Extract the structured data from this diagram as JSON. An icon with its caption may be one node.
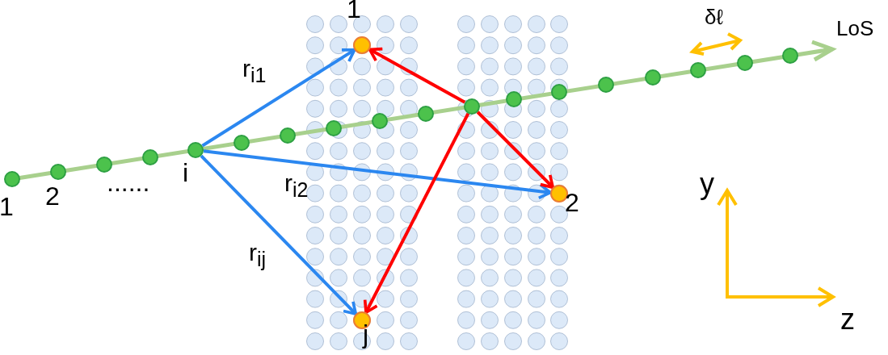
{
  "diagram": {
    "nodes": [
      {
        "text": [],
        "shape": "circle",
        "beside": [
          "1"
        ]
      },
      {
        "text": [],
        "shape": "circle",
        "beside": [
          "2"
        ]
      },
      {
        "text": [],
        "shape": "circle"
      },
      {
        "text": [],
        "shape": "circle"
      },
      {
        "text": [],
        "shape": "circle",
        "beside": [
          "i"
        ]
      },
      {
        "text": [],
        "shape": "circle"
      },
      {
        "text": [],
        "shape": "circle"
      },
      {
        "text": [],
        "shape": "circle"
      },
      {
        "text": [],
        "shape": "circle"
      },
      {
        "text": [],
        "shape": "circle"
      },
      {
        "text": [],
        "shape": "circle"
      },
      {
        "text": [],
        "shape": "circle"
      },
      {
        "text": [],
        "shape": "circle"
      },
      {
        "text": [],
        "shape": "circle"
      },
      {
        "text": [],
        "shape": "circle"
      },
      {
        "text": [],
        "shape": "circle"
      },
      {
        "text": [],
        "shape": "circle"
      },
      {
        "text": [],
        "shape": "circle"
      },
      {
        "text": [],
        "shape": "circle",
        "beside": [
          "1"
        ]
      },
      {
        "text": [],
        "shape": "circle",
        "beside": [
          "2"
        ]
      },
      {
        "text": [],
        "shape": "circle",
        "beside": [
          "j"
        ]
      }
    ],
    "edges": [
      {
        "from": 4,
        "to": 18,
        "arrow": "to",
        "label": "r$_{i1}$",
        "color": "#2b87f0"
      },
      {
        "from": 4,
        "to": 19,
        "arrow": "to",
        "label": "r$_{i2}$",
        "color": "#2b87f0"
      },
      {
        "from": 4,
        "to": 20,
        "arrow": "to",
        "label": "r$_{ij}$",
        "color": "#2b87f0"
      },
      {
        "from": 10,
        "to": 18,
        "arrow": "to",
        "color": "#ff0000"
      },
      {
        "from": 10,
        "to": 19,
        "arrow": "to",
        "color": "#ff0000"
      },
      {
        "from": 10,
        "to": 20,
        "arrow": "to",
        "color": "#ff0000"
      }
    ],
    "labels": [
      "......",
      "LoS",
      "δℓ",
      "y",
      "z"
    ]
  }
}
